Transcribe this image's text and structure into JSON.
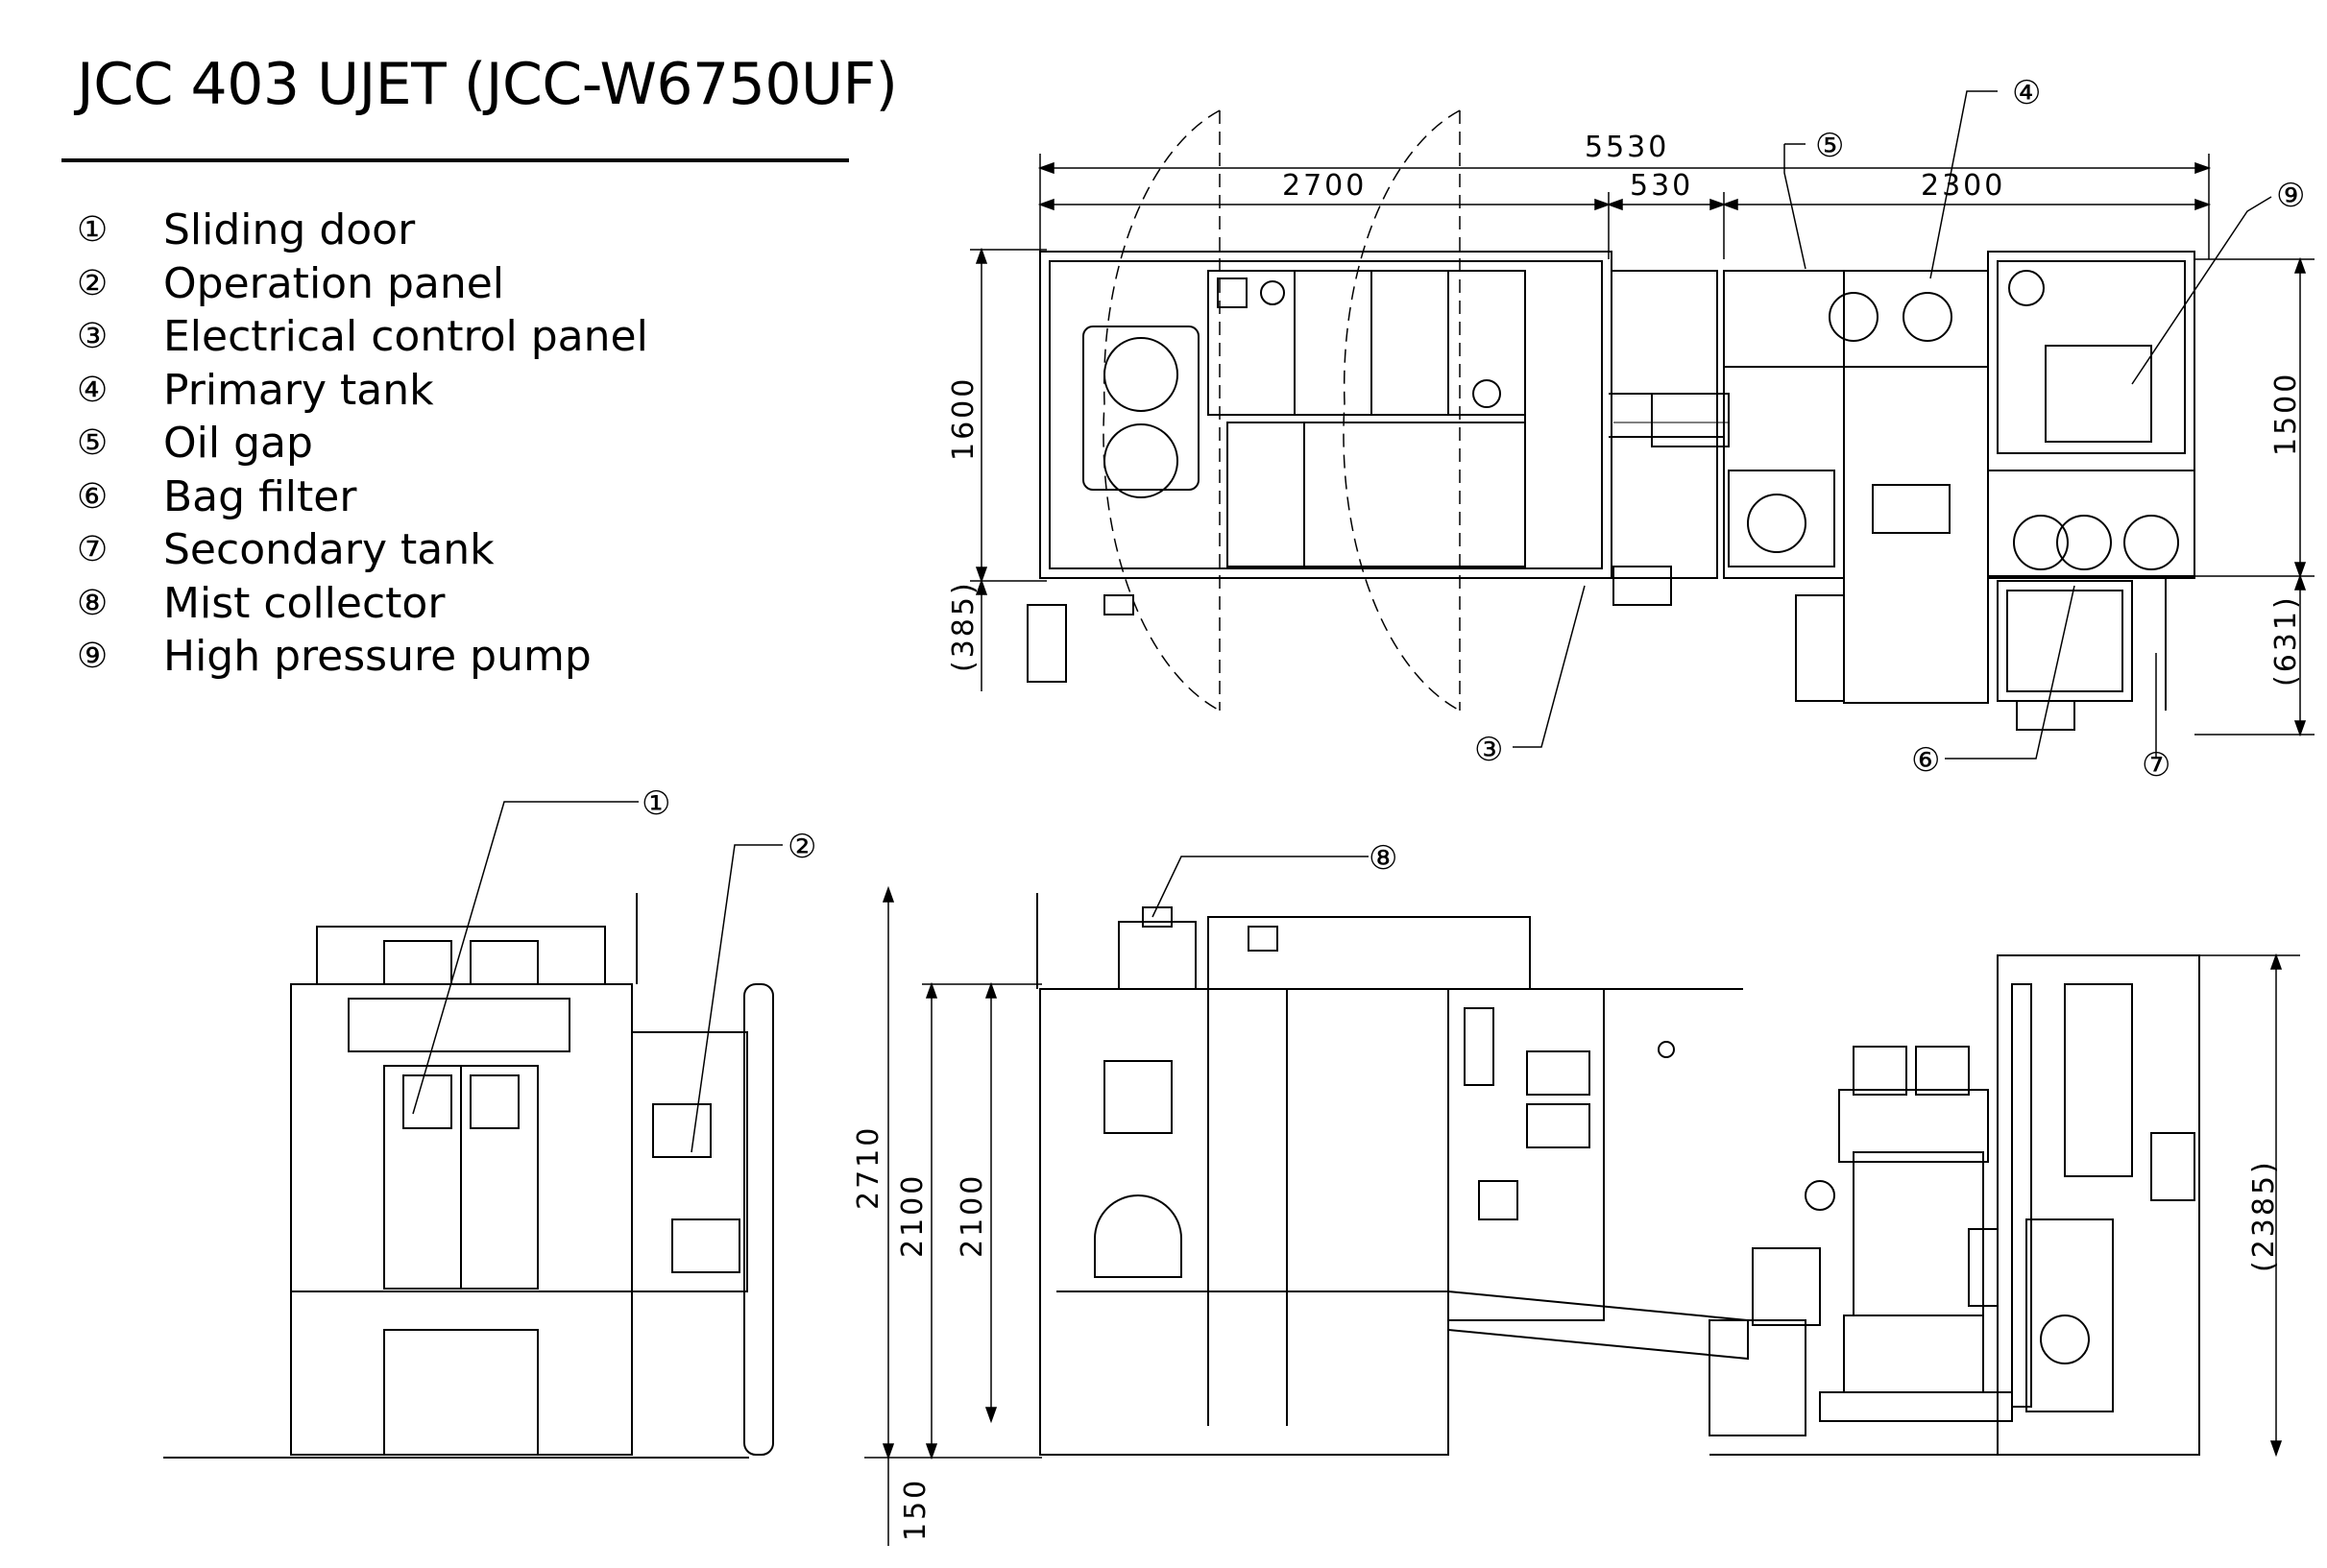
{
  "title": "JCC 403 UJET (JCC-W6750UF)",
  "legend": [
    {
      "num": "①",
      "label": "Sliding door"
    },
    {
      "num": "②",
      "label": "Operation panel"
    },
    {
      "num": "③",
      "label": "Electrical control panel"
    },
    {
      "num": "④",
      "label": "Primary tank"
    },
    {
      "num": "⑤",
      "label": "Oil gap"
    },
    {
      "num": "⑥",
      "label": "Bag filter"
    },
    {
      "num": "⑦",
      "label": "Secondary tank"
    },
    {
      "num": "⑧",
      "label": "Mist collector"
    },
    {
      "num": "⑨",
      "label": "High pressure pump"
    }
  ],
  "dimensions": {
    "overall_length": "5530",
    "machine_length": "2700",
    "gap_length": "530",
    "tank_length": "2300",
    "machine_depth": "1600",
    "machine_extra_depth": "(385)",
    "tank_depth": "1500",
    "tank_extra_depth": "(631)",
    "total_height": "2710",
    "door_height_outer": "2100",
    "door_height_inner": "2100",
    "tank_height": "(2385)",
    "base_height": "150"
  },
  "callouts": {
    "c1": "①",
    "c2": "②",
    "c3": "③",
    "c4": "④",
    "c5": "⑤",
    "c6": "⑥",
    "c7": "⑦",
    "c8": "⑧",
    "c9": "⑨"
  }
}
